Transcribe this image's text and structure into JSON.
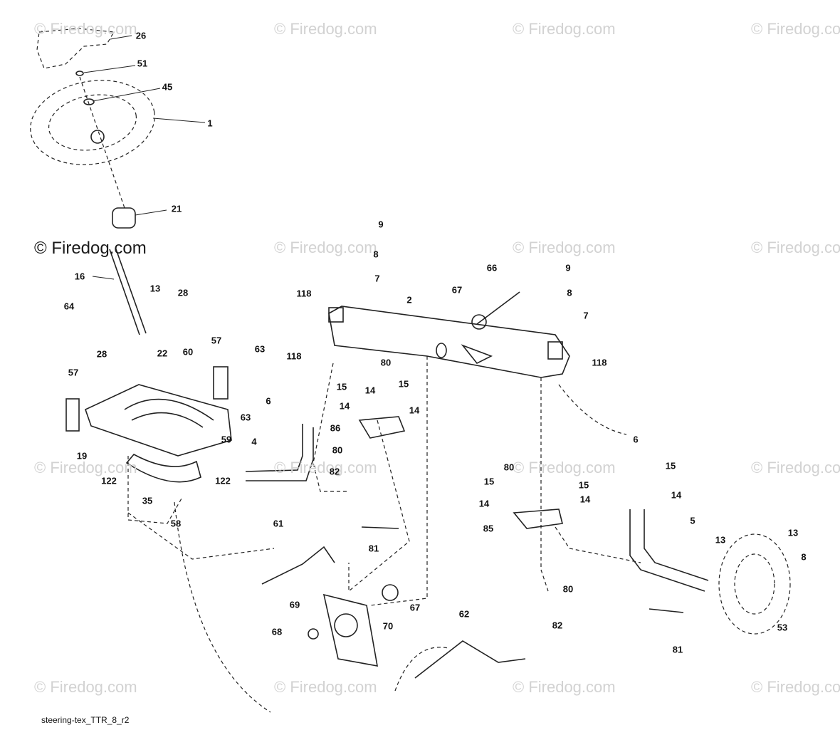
{
  "watermarks": [
    {
      "text": "© Firedog.com",
      "style": "light"
    },
    {
      "text": "© Firedog.com",
      "style": "light"
    },
    {
      "text": "© Firedog.com",
      "style": "light"
    },
    {
      "text": "© Firedog.com",
      "style": "light"
    },
    {
      "text": "© Firedog.com",
      "style": "strong"
    },
    {
      "text": "© Firedog.com",
      "style": "light"
    },
    {
      "text": "© Firedog.com",
      "style": "light"
    },
    {
      "text": "© Firedog.com",
      "style": "light"
    },
    {
      "text": "© Firedog.com",
      "style": "light"
    },
    {
      "text": "© Firedog.com",
      "style": "light"
    },
    {
      "text": "© Firedog.com",
      "style": "light"
    },
    {
      "text": "© Firedog.com",
      "style": "light"
    },
    {
      "text": "© Firedog.com",
      "style": "light"
    },
    {
      "text": "© Firedog.com",
      "style": "light"
    },
    {
      "text": "© Firedog.com",
      "style": "light"
    },
    {
      "text": "© Firedog.com",
      "style": "light"
    }
  ],
  "diagram_code": "steering-tex_TTR_8_r2",
  "callouts": [
    "26",
    "51",
    "45",
    "1",
    "21",
    "16",
    "13",
    "28",
    "22",
    "64",
    "28",
    "60",
    "57",
    "63",
    "63",
    "57",
    "19",
    "59",
    "122",
    "122",
    "35",
    "58",
    "9",
    "8",
    "7",
    "118",
    "2",
    "118",
    "80",
    "66",
    "67",
    "9",
    "8",
    "7",
    "118",
    "6",
    "15",
    "14",
    "14",
    "15",
    "14",
    "86",
    "4",
    "80",
    "82",
    "61",
    "81",
    "80",
    "15",
    "14",
    "15",
    "14",
    "85",
    "6",
    "15",
    "14",
    "5",
    "80",
    "82",
    "13",
    "13",
    "8",
    "53",
    "81",
    "67",
    "62",
    "69",
    "68",
    "70"
  ],
  "colors": {
    "ink": "#222222",
    "watermark": "#d2d2d2",
    "background": "#ffffff"
  }
}
